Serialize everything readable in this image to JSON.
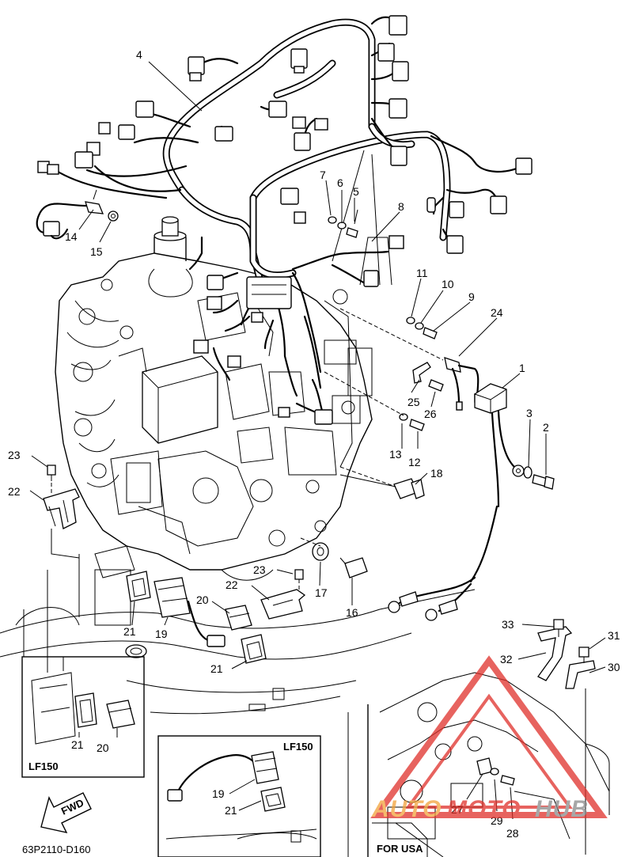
{
  "diagram_code": "63P2110-D160",
  "labels": {
    "p1": "1",
    "p2": "2",
    "p3": "3",
    "p4": "4",
    "p5": "5",
    "p6": "6",
    "p7": "7",
    "p8": "8",
    "p9": "9",
    "p10": "10",
    "p11": "11",
    "p12": "12",
    "p13": "13",
    "p14": "14",
    "p15": "15",
    "p16": "16",
    "p17": "17",
    "p18": "18",
    "p19": "19",
    "p20": "20",
    "p21": "21",
    "p22": "22",
    "p23": "23",
    "p24": "24",
    "p25": "25",
    "p26": "26",
    "p27": "27",
    "p28": "28",
    "p29": "29",
    "p30": "30",
    "p31": "31",
    "p32": "32",
    "p33": "33"
  },
  "insets": {
    "left": {
      "title": "LF150",
      "labels": [
        "21",
        "20"
      ]
    },
    "middle": {
      "title": "LF150",
      "labels": [
        "19",
        "21"
      ]
    },
    "right": {
      "title": "FOR USA"
    }
  },
  "fwd_arrow": "FWD",
  "watermark": {
    "part1": "AUTO",
    "part2": "MOTO",
    "part3": "HUB",
    "color_red": "#e0302a",
    "color_orange": "#f2a23a",
    "color_gray": "#8a8a8a"
  }
}
